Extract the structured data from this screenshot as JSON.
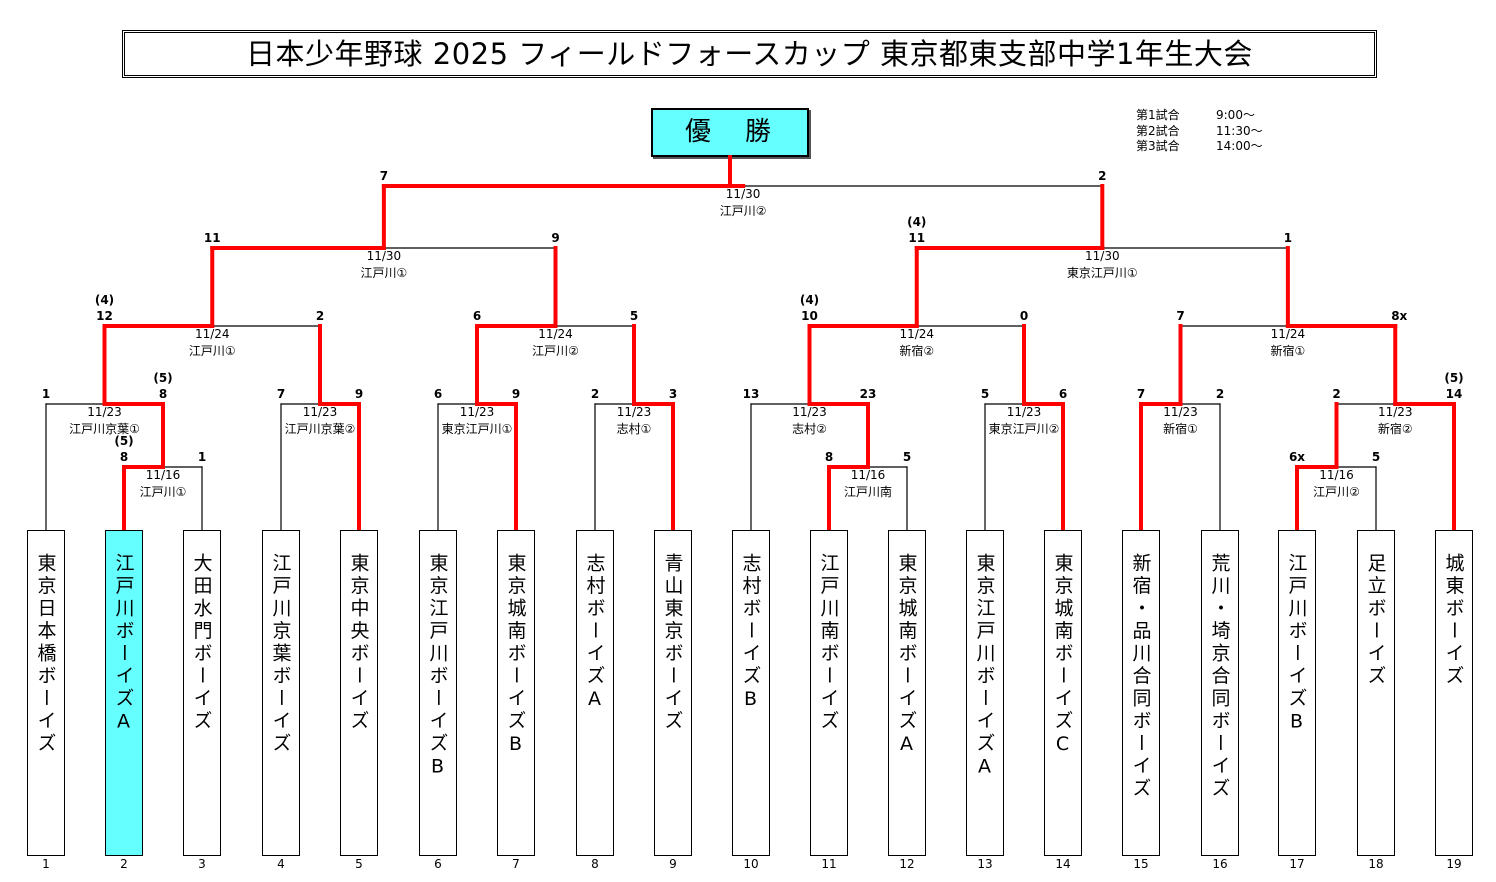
{
  "title": "日本少年野球 2025 フィールドフォースカップ 東京都東支部中学1年生大会",
  "champion_label": "優　勝",
  "schedule": [
    {
      "label": "第1試合",
      "time": "9:00〜"
    },
    {
      "label": "第2試合",
      "time": "11:30〜"
    },
    {
      "label": "第3試合",
      "time": "14:00〜"
    }
  ],
  "colors": {
    "winner_line": "#ff0000",
    "highlight": "#66ffff"
  },
  "teams": [
    {
      "no": "1",
      "name": "東京日本橋ボーイズ"
    },
    {
      "no": "2",
      "name": "江戸川ボーイズA",
      "champion": true
    },
    {
      "no": "3",
      "name": "大田水門ボーイズ"
    },
    {
      "no": "4",
      "name": "江戸川京葉ボーイズ"
    },
    {
      "no": "5",
      "name": "東京中央ボーイズ"
    },
    {
      "no": "6",
      "name": "東京江戸川ボーイズB"
    },
    {
      "no": "7",
      "name": "東京城南ボーイズB"
    },
    {
      "no": "8",
      "name": "志村ボーイズA"
    },
    {
      "no": "9",
      "name": "青山東京ボーイズ"
    },
    {
      "no": "10",
      "name": "志村ボーイズB"
    },
    {
      "no": "11",
      "name": "江戸川南ボーイズ"
    },
    {
      "no": "12",
      "name": "東京城南ボーイズA"
    },
    {
      "no": "13",
      "name": "東京江戸川ボーイズA"
    },
    {
      "no": "14",
      "name": "東京城南ボーイズC"
    },
    {
      "no": "15",
      "name": "新宿・品川合同ボーイズ"
    },
    {
      "no": "16",
      "name": "荒川・埼京合同ボーイズ"
    },
    {
      "no": "17",
      "name": "江戸川ボーイズB"
    },
    {
      "no": "18",
      "name": "足立ボーイズ"
    },
    {
      "no": "19",
      "name": "城東ボーイズ"
    }
  ],
  "matches": [
    {
      "id": "m1",
      "date": "11/16",
      "venue": "江戸川①",
      "left": "t2",
      "right": "t3",
      "score_left": "8",
      "score_right": "1",
      "winner": "left",
      "note_left": "(5)"
    },
    {
      "id": "m2",
      "date": "11/16",
      "venue": "江戸川南",
      "left": "t11",
      "right": "t12",
      "score_left": "8",
      "score_right": "5",
      "winner": "left"
    },
    {
      "id": "m3",
      "date": "11/16",
      "venue": "江戸川②",
      "left": "t17",
      "right": "t18",
      "score_left": "6x",
      "score_right": "5",
      "winner": "left"
    },
    {
      "id": "m4",
      "date": "11/23",
      "venue": "江戸川京葉①",
      "left": "t1",
      "right": "m1",
      "score_left": "1",
      "score_right": "8",
      "winner": "right",
      "note_right": "(5)"
    },
    {
      "id": "m5",
      "date": "11/23",
      "venue": "江戸川京葉②",
      "left": "t4",
      "right": "t5",
      "score_left": "7",
      "score_right": "9",
      "winner": "right"
    },
    {
      "id": "m6",
      "date": "11/23",
      "venue": "東京江戸川①",
      "left": "t6",
      "right": "t7",
      "score_left": "6",
      "score_right": "9",
      "winner": "right"
    },
    {
      "id": "m7",
      "date": "11/23",
      "venue": "志村①",
      "left": "t8",
      "right": "t9",
      "score_left": "2",
      "score_right": "3",
      "winner": "right"
    },
    {
      "id": "m8",
      "date": "11/23",
      "venue": "志村②",
      "left": "t10",
      "right": "m2",
      "score_left": "13",
      "score_right": "23",
      "winner": "right"
    },
    {
      "id": "m9",
      "date": "11/23",
      "venue": "東京江戸川②",
      "left": "t13",
      "right": "t14",
      "score_left": "5",
      "score_right": "6",
      "winner": "right"
    },
    {
      "id": "m10",
      "date": "11/23",
      "venue": "新宿①",
      "left": "t15",
      "right": "t16",
      "score_left": "7",
      "score_right": "2",
      "winner": "left"
    },
    {
      "id": "m11",
      "date": "11/23",
      "venue": "新宿②",
      "left": "m3",
      "right": "t19",
      "score_left": "2",
      "score_right": "14",
      "winner": "right",
      "note_right": "(5)"
    },
    {
      "id": "m12",
      "date": "11/24",
      "venue": "江戸川①",
      "left": "m4",
      "right": "m5",
      "score_left": "12",
      "score_right": "2",
      "winner": "left",
      "note_left": "(4)"
    },
    {
      "id": "m13",
      "date": "11/24",
      "venue": "江戸川②",
      "left": "m6",
      "right": "m7",
      "score_left": "6",
      "score_right": "5",
      "winner": "left"
    },
    {
      "id": "m14",
      "date": "11/24",
      "venue": "新宿②",
      "left": "m8",
      "right": "m9",
      "score_left": "10",
      "score_right": "0",
      "winner": "left",
      "note_left": "(4)"
    },
    {
      "id": "m15",
      "date": "11/24",
      "venue": "新宿①",
      "left": "m10",
      "right": "m11",
      "score_left": "7",
      "score_right": "8x",
      "winner": "right"
    },
    {
      "id": "m16",
      "date": "11/30",
      "venue": "江戸川①",
      "left": "m12",
      "right": "m13",
      "score_left": "11",
      "score_right": "9",
      "winner": "left"
    },
    {
      "id": "m17",
      "date": "11/30",
      "venue": "東京江戸川①",
      "left": "m14",
      "right": "m15",
      "score_left": "11",
      "score_right": "1",
      "winner": "left",
      "note_left": "(4)"
    },
    {
      "id": "final",
      "date": "11/30",
      "venue": "江戸川②",
      "left": "m16",
      "right": "m17",
      "score_left": "7",
      "score_right": "2",
      "winner": "left"
    }
  ]
}
